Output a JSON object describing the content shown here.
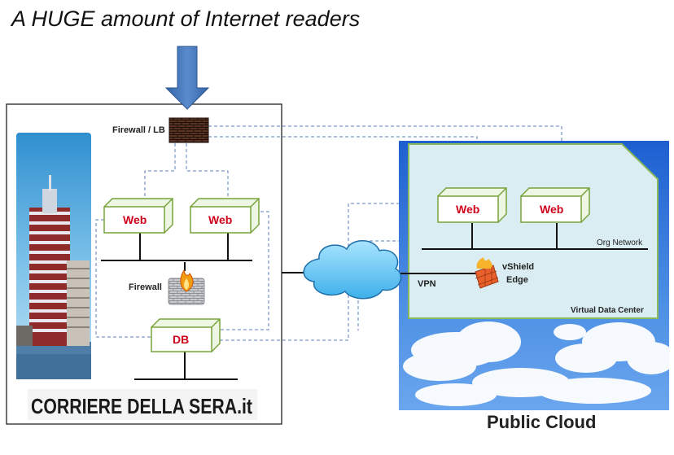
{
  "header": {
    "title": "A HUGE amount of Internet readers"
  },
  "datacenter": {
    "firewall_lb_label": "Firewall / LB",
    "web_label": "Web",
    "firewall_label": "Firewall",
    "db_label": "DB",
    "brand_logo": "CORRIERE DELLA SERA.it"
  },
  "cloud": {
    "web_label": "Web",
    "org_network_label": "Org Network",
    "vshield_label_line1": "vShield",
    "vshield_label_line2": "Edge",
    "vdc_label": "Virtual Data Center",
    "vpn_label": "VPN",
    "footer_label": "Public Cloud"
  },
  "colors": {
    "arrow": "#4a78b8",
    "server_border": "#77a33a",
    "web_text": "#d0021b",
    "dashed_link": "#5b7fbf",
    "vdc_fill": "#d9edf3",
    "vdc_border": "#8ab85a",
    "sky": "#3b7fdc"
  },
  "icons": [
    "down-arrow-icon",
    "brick-firewall-icon",
    "flame-firewall-icon",
    "internet-cloud-icon",
    "vshield-edge-icon",
    "building-photo",
    "sky-clouds-photo"
  ]
}
